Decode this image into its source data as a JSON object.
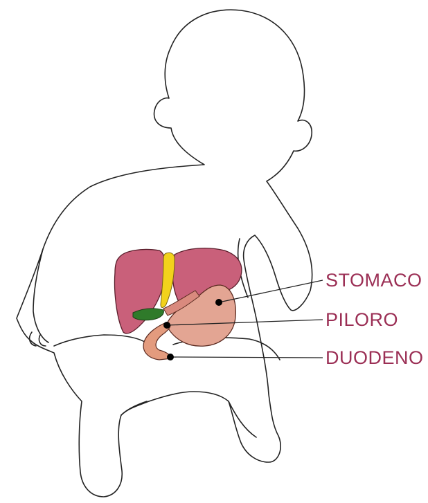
{
  "labels": {
    "stomach": "STOMACO",
    "pylorus": "PILORO",
    "duodenum": "DUODENO"
  },
  "colors": {
    "label_text": "#9b2f55",
    "outline": "#222222",
    "liver": "#c9607a",
    "gallbladder": "#f2d21c",
    "bile_duct": "#2f7a2a",
    "stomach": "#e3a593",
    "duodenum": "#e39b7e",
    "marker": "#000000"
  }
}
